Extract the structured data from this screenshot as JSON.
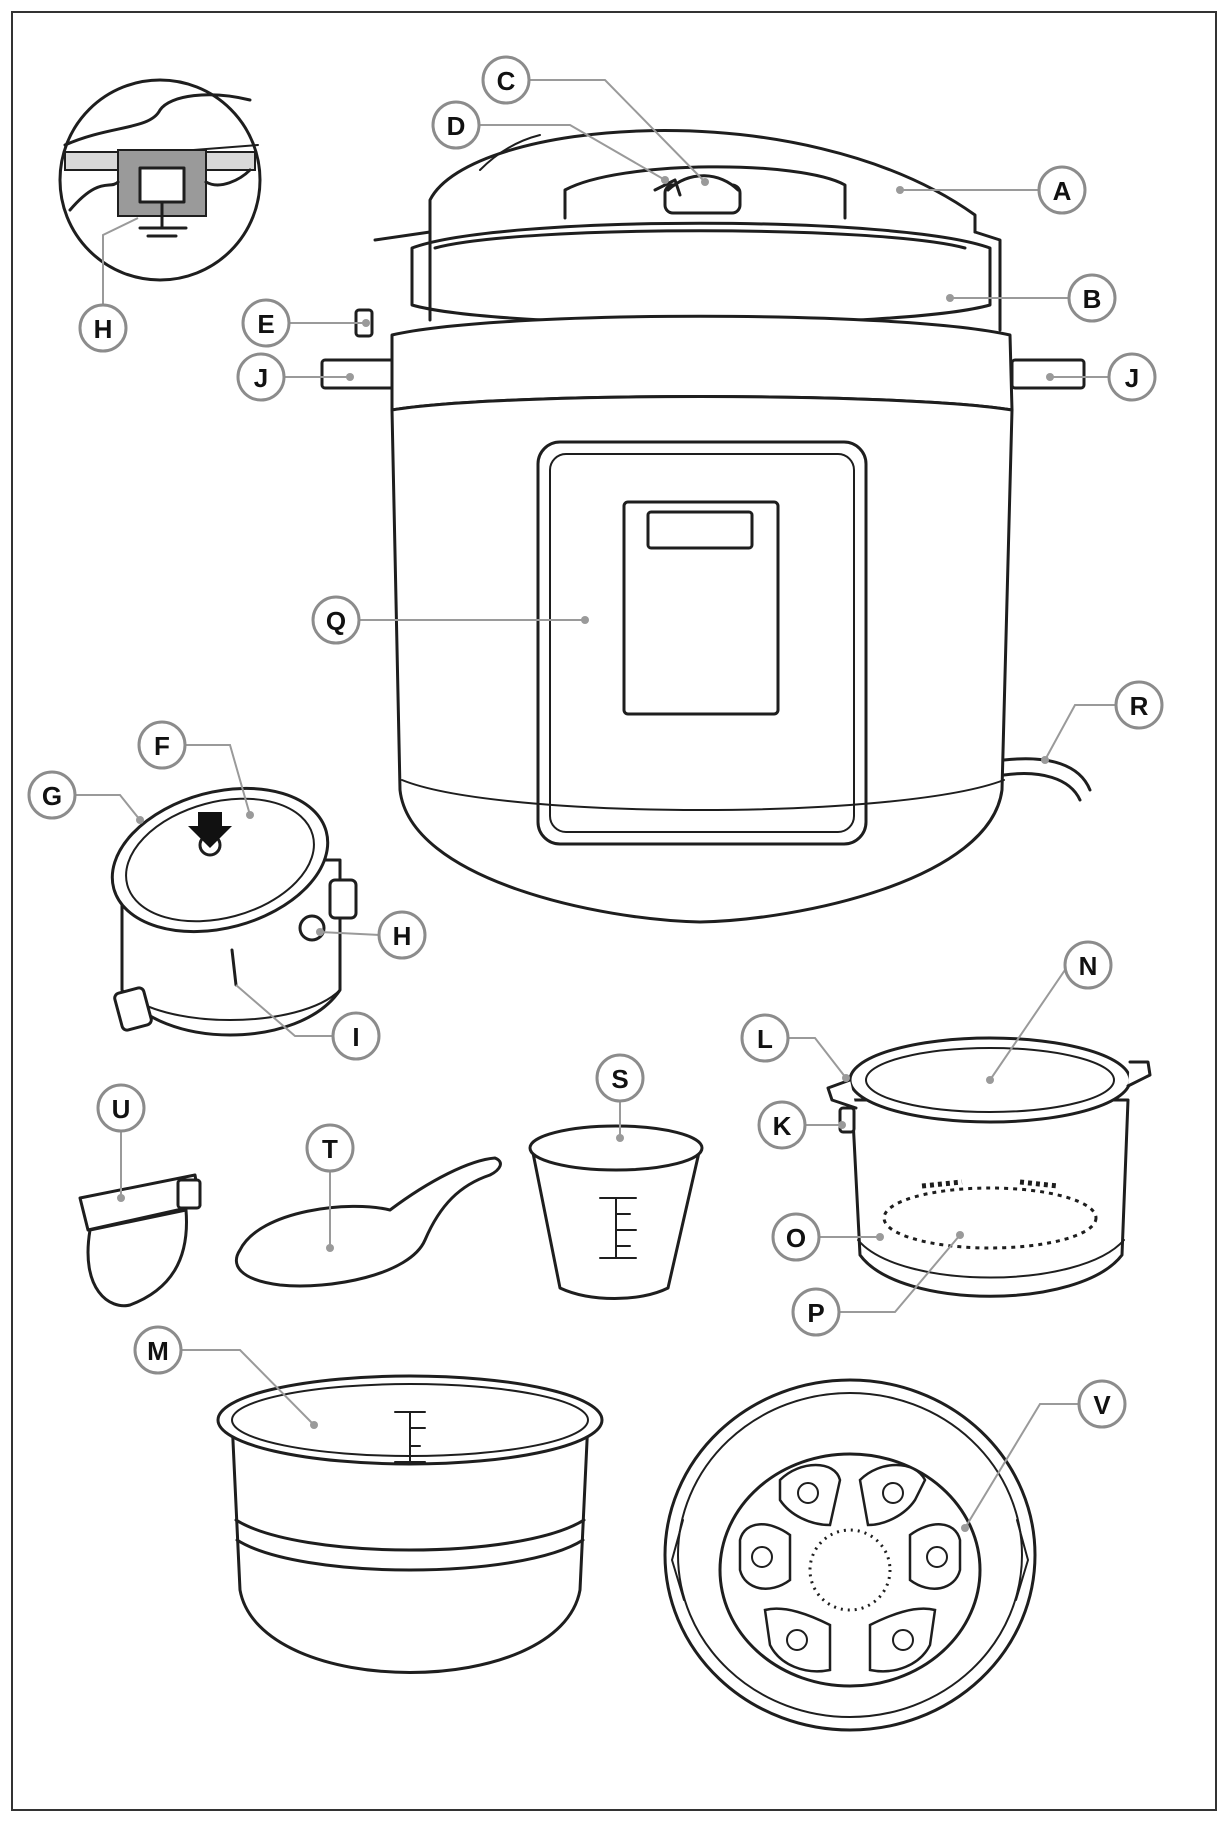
{
  "labels": {
    "A": "A",
    "B": "B",
    "C": "C",
    "D": "D",
    "E": "E",
    "F": "F",
    "G": "G",
    "H": "H",
    "I": "I",
    "J": "J",
    "K": "K",
    "L": "L",
    "M": "M",
    "N": "N",
    "O": "O",
    "P": "P",
    "Q": "Q",
    "R": "R",
    "S": "S",
    "T": "T",
    "U": "U",
    "V": "V"
  }
}
